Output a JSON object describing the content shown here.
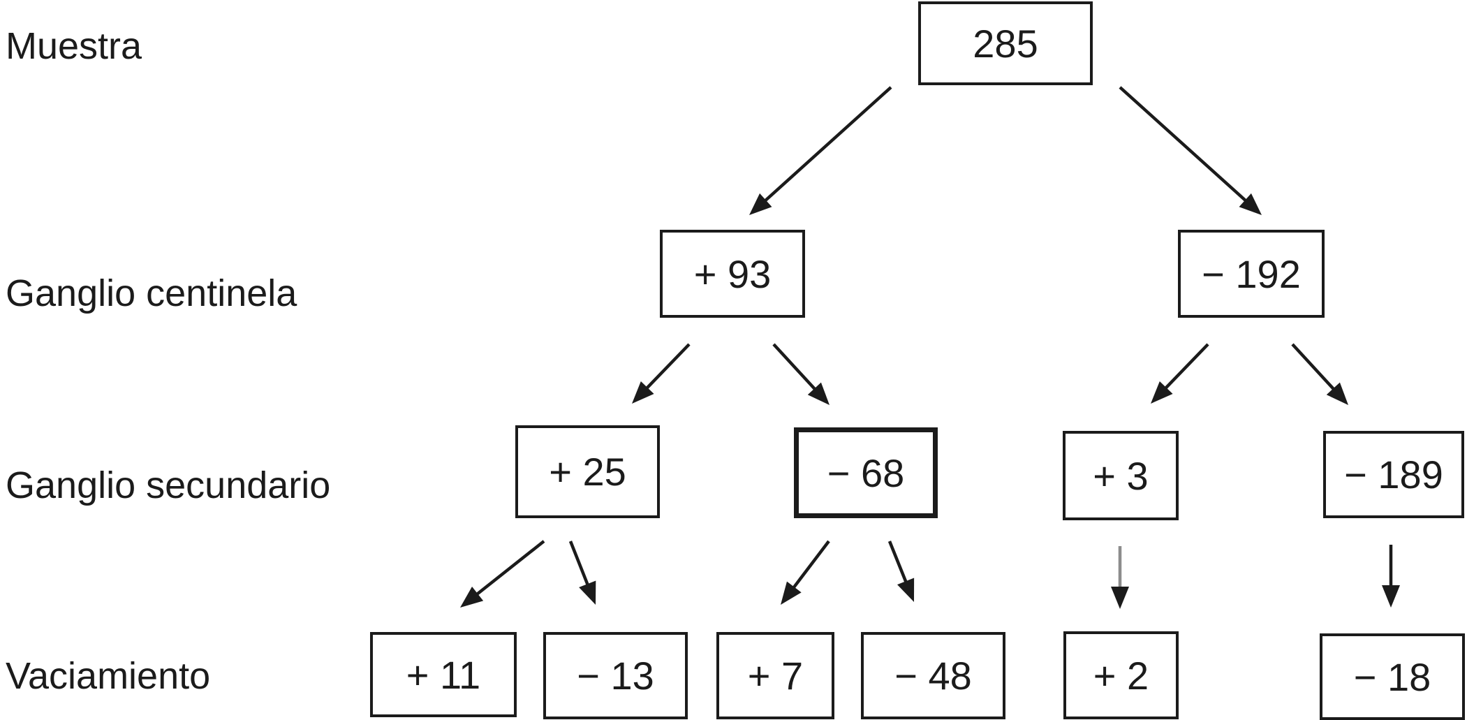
{
  "colors": {
    "ink": "#1b1b1b",
    "background": "#ffffff",
    "muted_arrow_shaft": "#8c8c8c"
  },
  "figure": {
    "row_labels": [
      {
        "id": "muestra",
        "text": "Muestra"
      },
      {
        "id": "ganglio-centinela",
        "text": "Ganglio centinela"
      },
      {
        "id": "ganglio-secundario",
        "text": "Ganglio secundario"
      },
      {
        "id": "vaciamiento",
        "text": "Vaciamiento"
      }
    ],
    "nodes": [
      {
        "id": "285",
        "label": "285",
        "value": 285,
        "row": "Muestra"
      },
      {
        "id": "+93",
        "label": "+ 93",
        "value": 93,
        "row": "Ganglio centinela"
      },
      {
        "id": "-192",
        "label": "− 192",
        "value": 192,
        "row": "Ganglio centinela"
      },
      {
        "id": "+25",
        "label": "+ 25",
        "value": 25,
        "row": "Ganglio secundario"
      },
      {
        "id": "-68",
        "label": "− 68",
        "value": 68,
        "row": "Ganglio secundario"
      },
      {
        "id": "+3",
        "label": "+ 3",
        "value": 3,
        "row": "Ganglio secundario"
      },
      {
        "id": "-189",
        "label": "− 189",
        "value": 189,
        "row": "Ganglio secundario"
      },
      {
        "id": "+11",
        "label": "+ 11",
        "value": 11,
        "row": "Vaciamiento"
      },
      {
        "id": "-13",
        "label": "− 13",
        "value": 13,
        "row": "Vaciamiento"
      },
      {
        "id": "+7",
        "label": "+ 7",
        "value": 7,
        "row": "Vaciamiento"
      },
      {
        "id": "-48",
        "label": "− 48",
        "value": 48,
        "row": "Vaciamiento"
      },
      {
        "id": "+2",
        "label": "+ 2",
        "value": 2,
        "row": "Vaciamiento"
      },
      {
        "id": "-18",
        "label": "− 18",
        "value": 18,
        "row": "Vaciamiento"
      }
    ],
    "edges": [
      {
        "from": "285",
        "to": "+93"
      },
      {
        "from": "285",
        "to": "-192"
      },
      {
        "from": "+93",
        "to": "+25"
      },
      {
        "from": "+93",
        "to": "-68"
      },
      {
        "from": "-192",
        "to": "+3"
      },
      {
        "from": "-192",
        "to": "-189"
      },
      {
        "from": "+25",
        "to": "+11"
      },
      {
        "from": "+25",
        "to": "-13"
      },
      {
        "from": "-68",
        "to": "+7"
      },
      {
        "from": "-68",
        "to": "-48"
      },
      {
        "from": "+3",
        "to": "+2"
      },
      {
        "from": "-189",
        "to": "-18"
      }
    ]
  }
}
